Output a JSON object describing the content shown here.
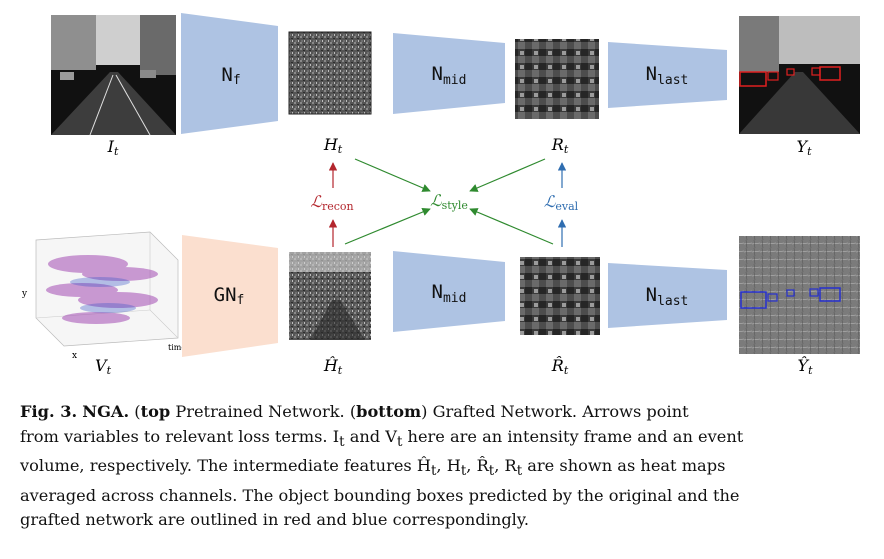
{
  "figure": {
    "top_row": {
      "labels": {
        "input": "I",
        "input_sub": "t",
        "feature": "H",
        "feature_sub": "t",
        "response": "R",
        "response_sub": "t",
        "output": "Y",
        "output_sub": "t"
      },
      "networks": {
        "front": "N",
        "front_sub": "f",
        "mid": "N",
        "mid_sub": "mid",
        "last": "N",
        "last_sub": "last"
      }
    },
    "bottom_row": {
      "labels": {
        "input": "V",
        "input_sub": "t",
        "feature": "Ĥ",
        "feature_sub": "t",
        "response": "R̂",
        "response_sub": "t",
        "output": "Ŷ",
        "output_sub": "t"
      },
      "networks": {
        "front": "GN",
        "front_sub": "f",
        "mid": "N",
        "mid_sub": "mid",
        "last": "N",
        "last_sub": "last"
      }
    },
    "losses": {
      "recon": "ℒ",
      "recon_sub": "recon",
      "style": "ℒ",
      "style_sub": "style",
      "eval": "ℒ",
      "eval_sub": "eval"
    },
    "event_volume_axes": {
      "x": "x",
      "y": "y",
      "time": "time"
    },
    "colors": {
      "pretrained_trapezoid": "#aec3e3",
      "grafted_trapezoid": "#fbdfcf",
      "recon_arrow": "#b3262d",
      "style_arrow": "#2f8a2f",
      "eval_arrow": "#2f6db0",
      "box_red": "#e02020",
      "box_blue": "#2630d0"
    }
  },
  "caption": {
    "fig_label": "Fig. 3.",
    "title": "NGA.",
    "top_open": "(",
    "top_word": "top",
    "top_close": ")",
    "top_text": " Pretrained Network. (",
    "bottom_word": "bottom",
    "bottom_text": ") Grafted Network. Arrows point",
    "line2": "from variables to relevant loss terms. I",
    "line2b": "t",
    "line2c": " and V",
    "line2d": "t",
    "line2e": " here are an intensity frame and an event",
    "line3a": "volume, respectively. The intermediate features Ĥ",
    "line3b": "t",
    "line3c": ", H",
    "line3d": "t",
    "line3e": ", R̂",
    "line3f": "t",
    "line3g": ", R",
    "line3h": "t",
    "line3i": " are shown as heat maps",
    "line4": "averaged across channels. The object bounding boxes predicted by the original and the",
    "line5": "grafted network are outlined in red and blue correspondingly."
  }
}
